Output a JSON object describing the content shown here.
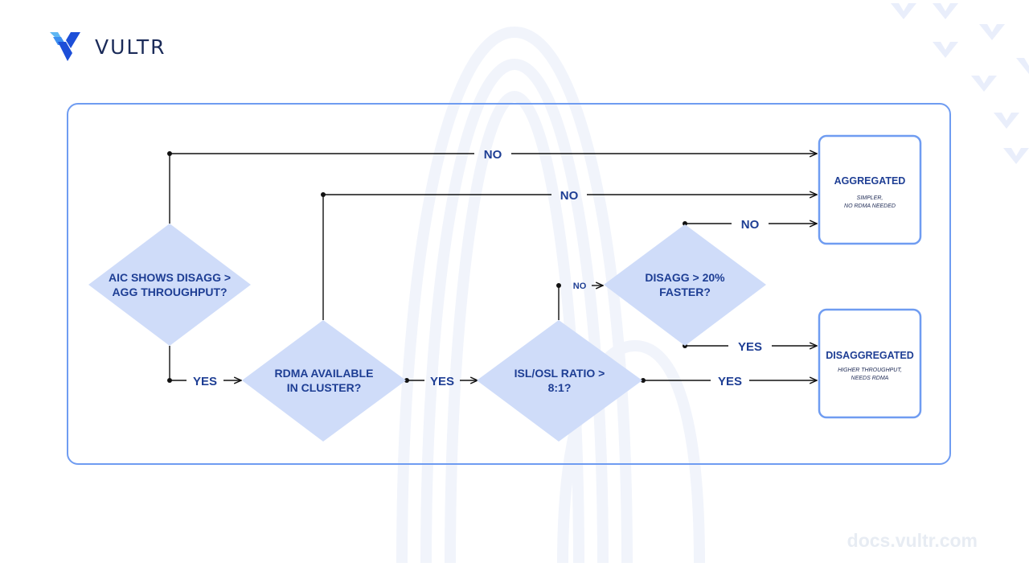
{
  "brand": {
    "name": "VULTR",
    "footer": "docs.vultr.com",
    "colors": {
      "primary": "#1e3e94",
      "accent": "#6f9cf1",
      "node_fill": "#cfdcf9",
      "line": "#111111"
    }
  },
  "nodes": {
    "q1": {
      "line1": "AIC SHOWS DISAGG >",
      "line2": "AGG THROUGHPUT?"
    },
    "q2": {
      "line1": "RDMA AVAILABLE",
      "line2": "IN CLUSTER?"
    },
    "q3": {
      "line1": "ISL/OSL RATIO >",
      "line2": "8:1?"
    },
    "q4": {
      "line1": "DISAGG > 20%",
      "line2": "FASTER?"
    }
  },
  "outcomes": {
    "aggregated": {
      "title": "AGGREGATED",
      "sub1": "SIMPLER,",
      "sub2": "NO RDMA NEEDED"
    },
    "disaggregated": {
      "title": "DISAGGREGATED",
      "sub1": "HIGHER THROUGHPUT,",
      "sub2": "NEEDS RDMA"
    }
  },
  "edges": {
    "q1_no": "NO",
    "q1_yes": "YES",
    "q2_no": "NO",
    "q2_yes": "YES",
    "q3_no": "NO",
    "q3_yes": "YES",
    "q4_no": "NO",
    "q4_yes": "YES"
  }
}
